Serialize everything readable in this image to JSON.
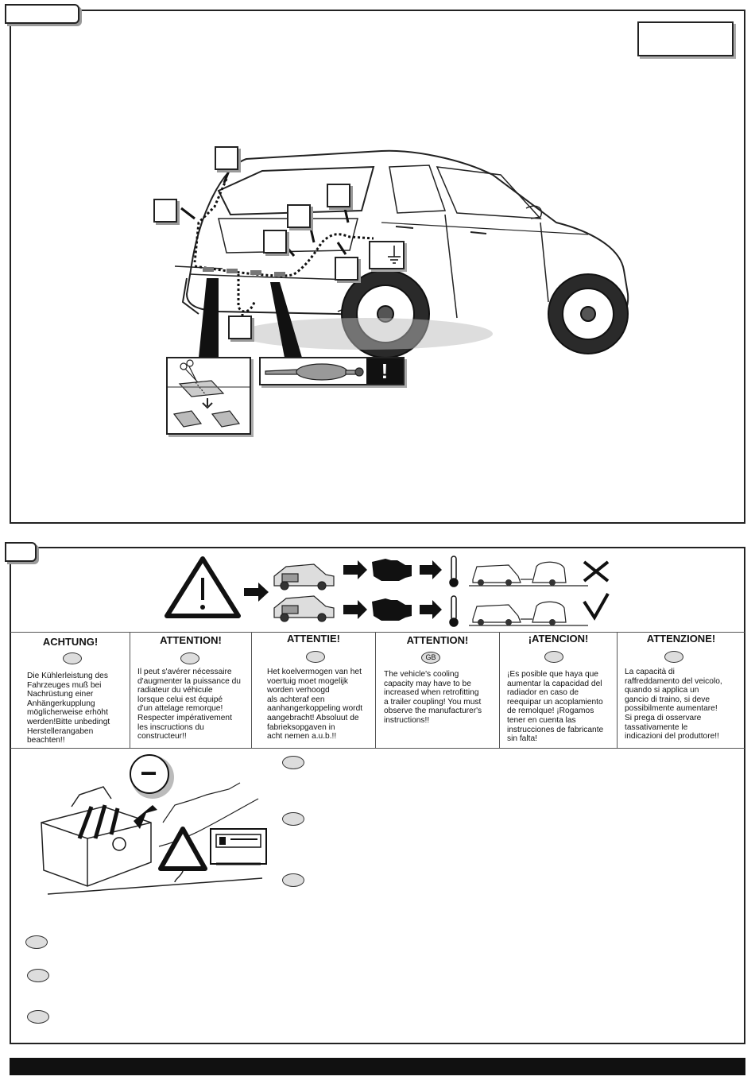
{
  "page": {
    "step_number_top": "",
    "step_number_bottom": "",
    "part_number_box": ""
  },
  "diagram": {
    "callouts": [
      "",
      "",
      "",
      "",
      "",
      "",
      "",
      ""
    ],
    "warning_mark": "!",
    "ground_symbol": "ground-icon"
  },
  "warnings": [
    {
      "heading": "ACHTUNG!",
      "lang": "",
      "text": "Die Kühlerleistung des\nFahrzeuges muß bei\nNachrüstung einer\nAnhängerkupplung\nmöglicherweise erhöht\nwerden!Bitte unbedingt\nHerstellerangaben\nbeachten!!"
    },
    {
      "heading": "ATTENTION!",
      "lang": "",
      "text": "Il peut s'avérer nécessaire\nd'augmenter la puissance du\nradiateur du véhicule\nlorsque celui est équipé\nd'un attelage remorque!\nRespecter impérativement\nles inscructions du\nconstructeur!!"
    },
    {
      "heading": "ATTENTIE!",
      "lang": "",
      "text": "Het koelvermogen van het\nvoertuig moet mogelijk\nworden verhoogd\nals achteraf een\naanhangerkoppeling wordt\naangebracht! Absoluut de\nfabrieksopgaven in\nacht nemen a.u.b.!!"
    },
    {
      "heading": "ATTENTION!",
      "lang": "GB",
      "text": "The vehicle's cooling\ncapacity may have to be\nincreased when retrofitting\na trailer coupling! You must\nobserve the manufacturer's\ninstructions!!"
    },
    {
      "heading": "¡ATENCION!",
      "lang": "",
      "text": "¡Es posible que haya que\naumentar la capacidad del\nradiador en caso de\nreequipar un acoplamiento\nde remolque! ¡Rogamos\ntener en cuenta las\ninstrucciones de fabricante\nsin falta!"
    },
    {
      "heading": "ATTENZIONE!",
      "lang": "",
      "text": "La capacità di\nraffreddamento del veicolo,\nquando si applica un\ngancio di traino, si deve\npossibilmente aumentare!\nSi prega di osservare\ntassativamente le\nindicazioni del produttore!!"
    }
  ],
  "battery": {
    "minus_symbol": "−",
    "language_ovals": [
      "",
      "",
      "",
      "",
      "",
      ""
    ]
  },
  "colors": {
    "line": "#222222",
    "shadow": "#999999",
    "bar": "#111111",
    "oval": "#dddddd"
  }
}
